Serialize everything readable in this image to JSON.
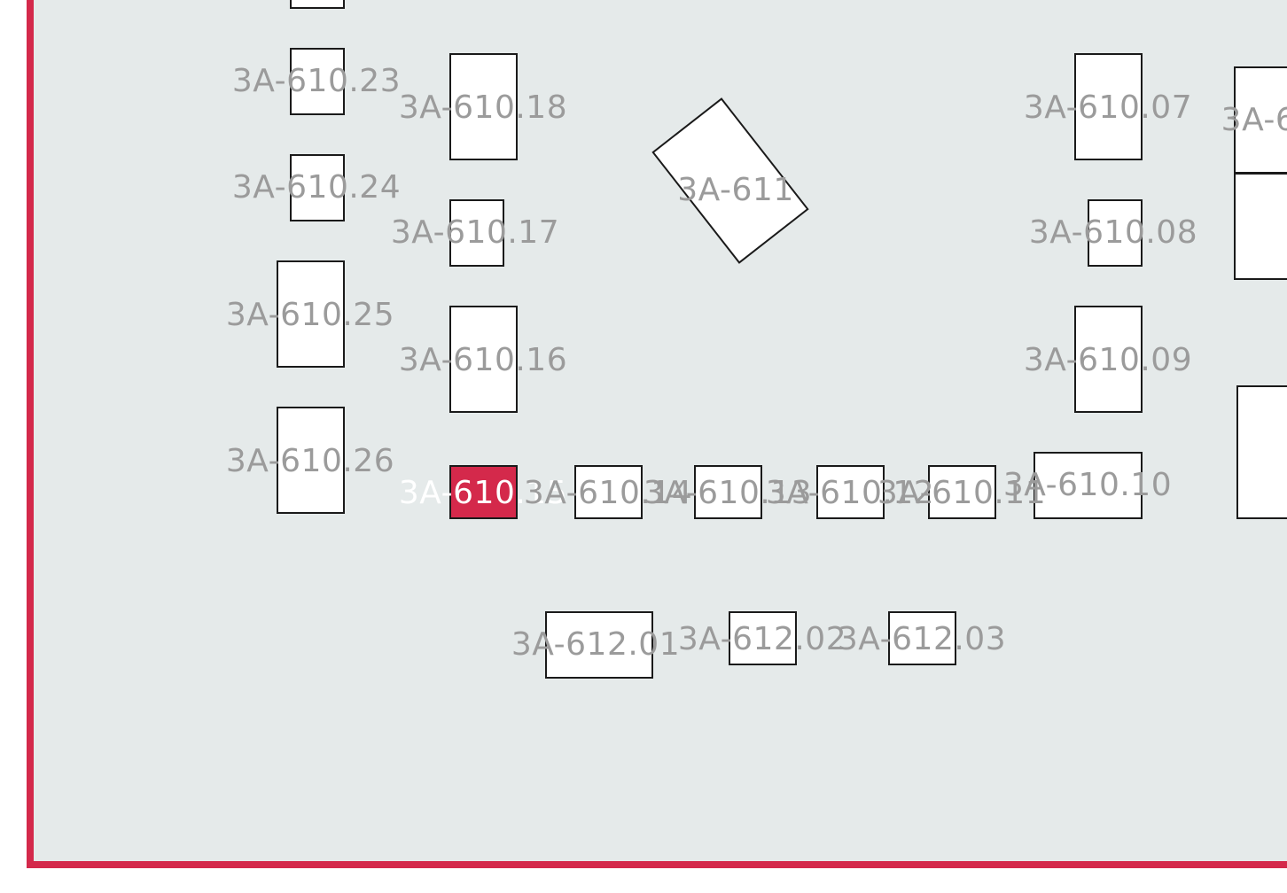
{
  "map": {
    "hall_border_color": "#d4294b",
    "floor_color": "#e5eaea",
    "selected_color": "#d4294b",
    "booths": [
      {
        "id": "b-top-stub",
        "label": ""
      },
      {
        "id": "b-610-23",
        "label": "3A-610.23"
      },
      {
        "id": "b-610-24",
        "label": "3A-610.24"
      },
      {
        "id": "b-610-25",
        "label": "3A-610.25"
      },
      {
        "id": "b-610-26",
        "label": "3A-610.26"
      },
      {
        "id": "b-610-18",
        "label": "3A-610.18"
      },
      {
        "id": "b-610-17",
        "label": "3A-610.17"
      },
      {
        "id": "b-610-16",
        "label": "3A-610.16"
      },
      {
        "id": "b-610-15",
        "label": "3A-610.15",
        "selected": true
      },
      {
        "id": "b-610-14",
        "label": "3A-610.14"
      },
      {
        "id": "b-610-13",
        "label": "3A-610.13"
      },
      {
        "id": "b-610-12",
        "label": "3A-610.12"
      },
      {
        "id": "b-610-11",
        "label": "3A-610.11"
      },
      {
        "id": "b-610-10",
        "label": "3A-610.10"
      },
      {
        "id": "b-611",
        "label": "3A-611"
      },
      {
        "id": "b-610-07",
        "label": "3A-610.07"
      },
      {
        "id": "b-610-08",
        "label": "3A-610.08"
      },
      {
        "id": "b-610-09",
        "label": "3A-610.09"
      },
      {
        "id": "b-612-01",
        "label": "3A-612.01"
      },
      {
        "id": "b-612-02",
        "label": "3A-612.02"
      },
      {
        "id": "b-612-03",
        "label": "3A-612.03"
      },
      {
        "id": "b-right-a",
        "label": "3A-6"
      },
      {
        "id": "b-right-b",
        "label": ""
      },
      {
        "id": "b-right-c",
        "label": ""
      }
    ]
  }
}
